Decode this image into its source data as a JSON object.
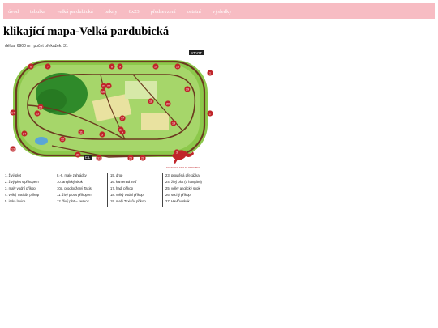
{
  "nav": {
    "items": [
      {
        "label": "úvod"
      },
      {
        "label": "tabulka"
      },
      {
        "label": "velká pardubická"
      },
      {
        "label": "bakny"
      },
      {
        "label": "6x23"
      },
      {
        "label": "předsevzení"
      },
      {
        "label": "ostatní"
      },
      {
        "label": "výsledky"
      }
    ]
  },
  "page": {
    "title": "klikající mapa-Velká pardubická"
  },
  "map": {
    "header": "délka: 6900 m   |   počet překážek: 31",
    "start_label": "START",
    "cil_label": "CÍL",
    "logo_text": "DOSTIHOVÝ SPOLEK PARDUBICE",
    "markers": [
      "1",
      "2",
      "3",
      "4",
      "5",
      "6",
      "7",
      "8",
      "9",
      "10",
      "11",
      "12",
      "13",
      "14",
      "15",
      "16",
      "17",
      "18",
      "19",
      "20",
      "21",
      "22",
      "23",
      "24",
      "25",
      "26",
      "27",
      "28",
      "29",
      "30",
      "31"
    ],
    "legend": [
      [
        "1. živý plot",
        "2. živý plot s příkopem",
        "3. malý vodní příkop",
        "4. velký Taxisův příkop",
        "5. irská lavice"
      ],
      [
        "8.-9. malé zahrádky",
        "10. anglický skok",
        "10a. prodloužený Taxis",
        "11. živý plot s příkopem",
        "12. živý plot – seskok"
      ],
      [
        "15. drop",
        "16. kamenná zeď",
        "17. hadí příkop",
        "18. velký vodní příkop",
        "19. malý Taxisův příkop"
      ],
      [
        "23. proutěná překážka",
        "24. živý plot (u hangáru)",
        "25. velký anglický skok",
        "26. suchý příkop",
        "27. Havlův skok"
      ]
    ]
  },
  "colors": {
    "navbar_bg": "#f7bcc3",
    "marker": "#c0252a",
    "track": "#6b3a1f",
    "grass": "#7fbf3f",
    "forest": "#2f8a2a"
  }
}
